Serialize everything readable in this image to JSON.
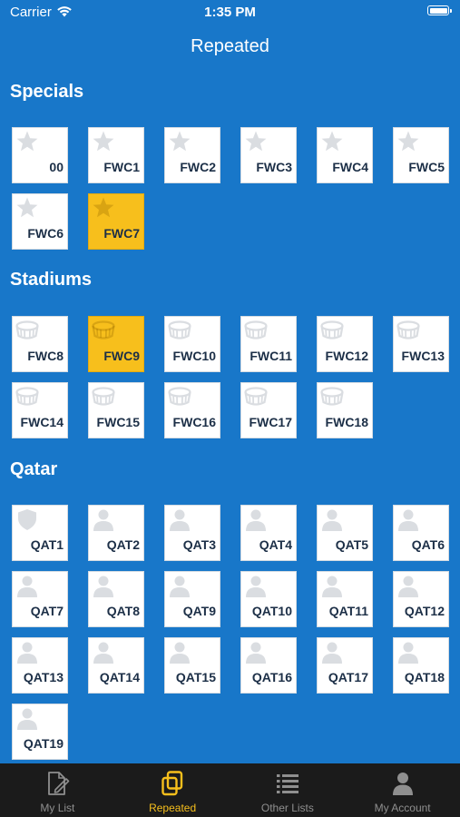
{
  "status_bar": {
    "carrier": "Carrier",
    "time": "1:35 PM"
  },
  "nav": {
    "title": "Repeated"
  },
  "sections": [
    {
      "title": "Specials",
      "items": [
        {
          "label": "00",
          "icon": "star-icon",
          "collected": false
        },
        {
          "label": "FWC1",
          "icon": "star-icon",
          "collected": false
        },
        {
          "label": "FWC2",
          "icon": "star-icon",
          "collected": false
        },
        {
          "label": "FWC3",
          "icon": "star-icon",
          "collected": false
        },
        {
          "label": "FWC4",
          "icon": "star-icon",
          "collected": false
        },
        {
          "label": "FWC5",
          "icon": "star-icon",
          "collected": false
        },
        {
          "label": "FWC6",
          "icon": "star-icon",
          "collected": false
        },
        {
          "label": "FWC7",
          "icon": "star-icon",
          "collected": true
        }
      ]
    },
    {
      "title": "Stadiums",
      "items": [
        {
          "label": "FWC8",
          "icon": "stadium-icon",
          "collected": false
        },
        {
          "label": "FWC9",
          "icon": "stadium-icon",
          "collected": true
        },
        {
          "label": "FWC10",
          "icon": "stadium-icon",
          "collected": false
        },
        {
          "label": "FWC11",
          "icon": "stadium-icon",
          "collected": false
        },
        {
          "label": "FWC12",
          "icon": "stadium-icon",
          "collected": false
        },
        {
          "label": "FWC13",
          "icon": "stadium-icon",
          "collected": false
        },
        {
          "label": "FWC14",
          "icon": "stadium-icon",
          "collected": false
        },
        {
          "label": "FWC15",
          "icon": "stadium-icon",
          "collected": false
        },
        {
          "label": "FWC16",
          "icon": "stadium-icon",
          "collected": false
        },
        {
          "label": "FWC17",
          "icon": "stadium-icon",
          "collected": false
        },
        {
          "label": "FWC18",
          "icon": "stadium-icon",
          "collected": false
        }
      ]
    },
    {
      "title": "Qatar",
      "items": [
        {
          "label": "QAT1",
          "icon": "shield-icon",
          "collected": false
        },
        {
          "label": "QAT2",
          "icon": "person-icon",
          "collected": false
        },
        {
          "label": "QAT3",
          "icon": "person-icon",
          "collected": false
        },
        {
          "label": "QAT4",
          "icon": "person-icon",
          "collected": false
        },
        {
          "label": "QAT5",
          "icon": "person-icon",
          "collected": false
        },
        {
          "label": "QAT6",
          "icon": "person-icon",
          "collected": false
        },
        {
          "label": "QAT7",
          "icon": "person-icon",
          "collected": false
        },
        {
          "label": "QAT8",
          "icon": "person-icon",
          "collected": false
        },
        {
          "label": "QAT9",
          "icon": "person-icon",
          "collected": false
        },
        {
          "label": "QAT10",
          "icon": "person-icon",
          "collected": false
        },
        {
          "label": "QAT11",
          "icon": "person-icon",
          "collected": false
        },
        {
          "label": "QAT12",
          "icon": "person-icon",
          "collected": false
        },
        {
          "label": "QAT13",
          "icon": "person-icon",
          "collected": false
        },
        {
          "label": "QAT14",
          "icon": "person-icon",
          "collected": false
        },
        {
          "label": "QAT15",
          "icon": "person-icon",
          "collected": false
        },
        {
          "label": "QAT16",
          "icon": "person-icon",
          "collected": false
        },
        {
          "label": "QAT17",
          "icon": "person-icon",
          "collected": false
        },
        {
          "label": "QAT18",
          "icon": "person-icon",
          "collected": false
        },
        {
          "label": "QAT19",
          "icon": "person-icon",
          "collected": false
        }
      ]
    }
  ],
  "tab_bar": [
    {
      "label": "My List",
      "icon": "document-edit-icon",
      "active": false
    },
    {
      "label": "Repeated",
      "icon": "copy-icon",
      "active": true
    },
    {
      "label": "Other Lists",
      "icon": "list-icon",
      "active": false
    },
    {
      "label": "My Account",
      "icon": "person-icon",
      "active": false
    }
  ],
  "colors": {
    "background": "#1877c9",
    "collected": "#f7bf1c",
    "tab_bar": "#1b1b1b",
    "tab_active": "#f7bf1c",
    "tab_inactive": "#8f8f8f"
  }
}
